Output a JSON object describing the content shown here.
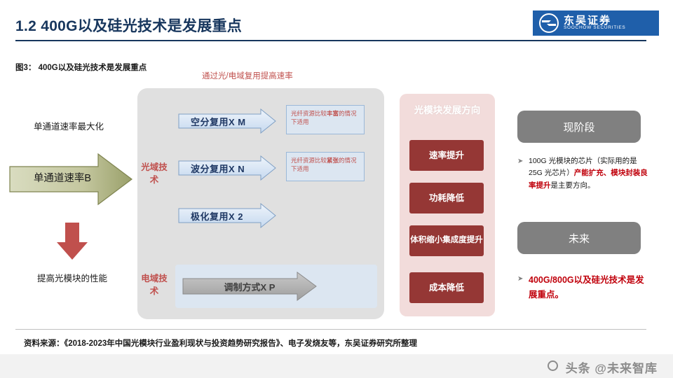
{
  "header": {
    "title": "1.2 400G以及硅光技术是发展重点",
    "logo_cn": "东吴证券",
    "logo_en": "SOOCHOW SECURITIES",
    "accent_color": "#17365d",
    "logo_bg": "#1f5faa"
  },
  "figure": {
    "label": "图3： 400G以及硅光技术是发展重点",
    "top_note": "通过光/电域复用提高速率"
  },
  "left": {
    "caption_top": "单通道速率最大化",
    "arrow_label": "单通道速率B",
    "caption_bottom": "提高光模块的性能"
  },
  "center": {
    "tag_optical": "光域技术",
    "tag_electric": "电域技术",
    "rows": [
      {
        "arrow_label": "空分复用X M",
        "note_prefix": "光纤资源比较",
        "note_strong": "丰富",
        "note_suffix": "的情况下适用"
      },
      {
        "arrow_label": "波分复用X N",
        "note_prefix": "光纤资源比较",
        "note_strong": "紧张",
        "note_suffix": "的情况下适用"
      },
      {
        "arrow_label": "极化复用X 2",
        "note_prefix": "",
        "note_strong": "",
        "note_suffix": ""
      }
    ],
    "bottom_arrow_label": "调制方式X P"
  },
  "pink_panel": {
    "title": "光模块发展方向",
    "items": [
      "速率提升",
      "功耗降低",
      "体积缩小集成度提升",
      "成本降低"
    ],
    "item_color": "#953735",
    "panel_color": "#f2dcdb"
  },
  "right": {
    "stage_now": "现阶段",
    "stage_future": "未来",
    "bullet_now": {
      "segments": [
        {
          "text": "100G 光模块的芯片（实际用的是 25G 光芯片）",
          "style": "black"
        },
        {
          "text": "产能扩充、模块封装良率提升",
          "style": "red-bold"
        },
        {
          "text": "是主要方向。",
          "style": "black"
        }
      ]
    },
    "bullet_future": {
      "segments": [
        {
          "text": "400G/800G以及硅光技术是发展重点。",
          "style": "red-bold"
        }
      ]
    },
    "pill_color": "#808080"
  },
  "footer": {
    "source": "资料来源：《2018-2023年中国光模块行业盈利现状与投资趋势研究报告》、电子发烧友等，东吴证券研究所整理",
    "watermark": "头条 @未来智库"
  }
}
